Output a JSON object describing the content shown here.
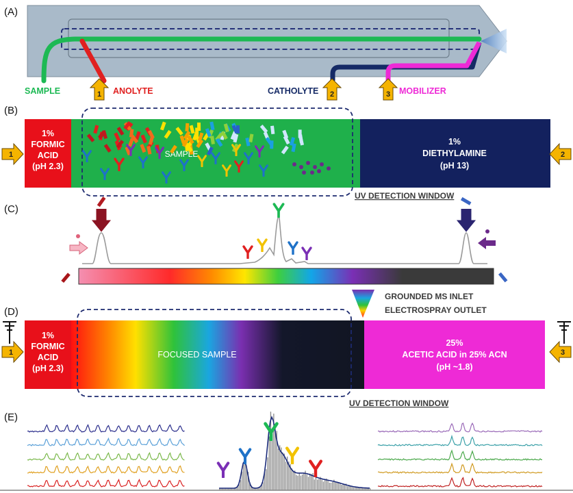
{
  "panels": {
    "a": "(A)",
    "b": "(B)",
    "c": "(C)",
    "d": "(D)",
    "e": "(E)"
  },
  "panel_a": {
    "sample": "SAMPLE",
    "anolyte": "ANOLYTE",
    "catholyte": "CATHOLYTE",
    "mobilizer": "MOBILIZER",
    "port_1": "1",
    "port_2": "2",
    "port_3": "3",
    "colors": {
      "sample": "#1db954",
      "anolyte": "#e02020",
      "catholyte": "#152a66",
      "mobilizer": "#ee2ad6"
    }
  },
  "panel_b": {
    "left_1": "1%",
    "left_2": "FORMIC",
    "left_3": "ACID",
    "left_4": "(pH 2.3)",
    "sample": "SAMPLE",
    "right_1": "1%",
    "right_2": "DIETHYLAMINE",
    "right_3": "(pH 13)",
    "uv": "UV DETECTION WINDOW",
    "port_1": "1",
    "port_2": "2",
    "colors": {
      "acid": "#e8101a",
      "sample": "#1fb04b",
      "base": "#13215e"
    }
  },
  "panel_d": {
    "left_1": "1%",
    "left_2": "FORMIC",
    "left_3": "ACID",
    "left_4": "(pH 2.3)",
    "focused": "FOCUSED SAMPLE",
    "right_1": "25%",
    "right_2": "ACETIC ACID in 25% ACN",
    "right_3": "(pH ~1.8)",
    "ms_1": "GROUNDED MS INLET",
    "ms_2": "ELECTROSPRAY OUTLET",
    "uv": "UV DETECTION WINDOW",
    "port_1": "1",
    "port_3": "3",
    "colors": {
      "acid": "#e8101a",
      "mobilizer": "#ee2ad6"
    }
  }
}
